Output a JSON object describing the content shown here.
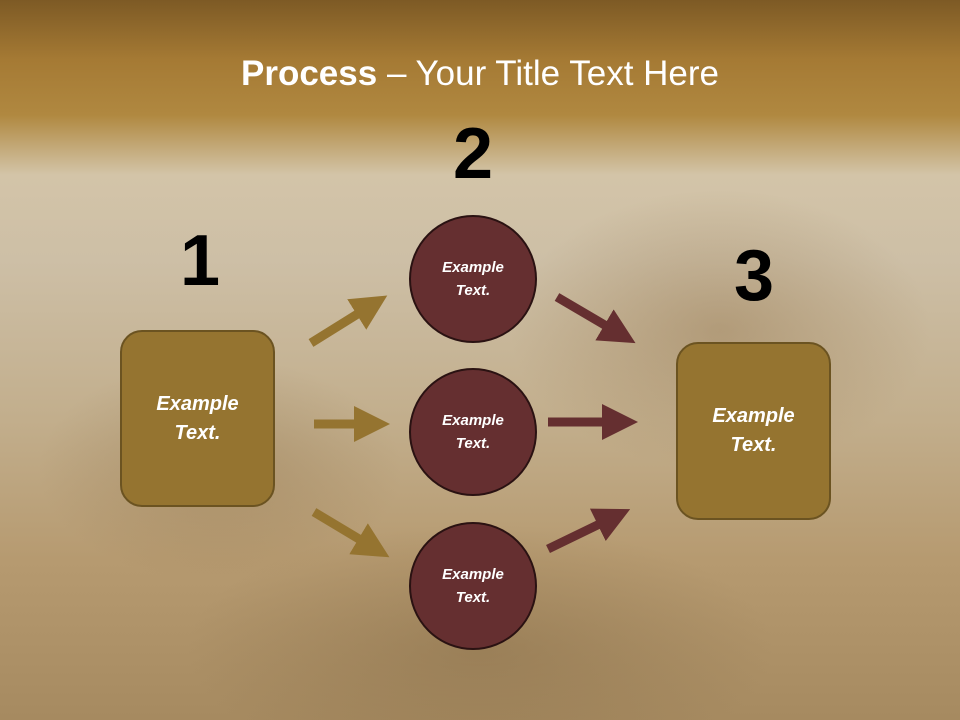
{
  "title": {
    "bold": "Process",
    "rest": " – Your Title Text Here"
  },
  "numbers": {
    "n1": "1",
    "n2": "2",
    "n3": "3"
  },
  "nodes": {
    "left_box": "Example Text.",
    "circle_top": "Example Text.",
    "circle_middle": "Example Text.",
    "circle_bottom": "Example Text.",
    "right_box": "Example Text."
  },
  "colors": {
    "box_fill": "#957430",
    "circle_fill": "#652f30",
    "arrow_gold": "#957430",
    "arrow_maroon": "#652f30"
  }
}
